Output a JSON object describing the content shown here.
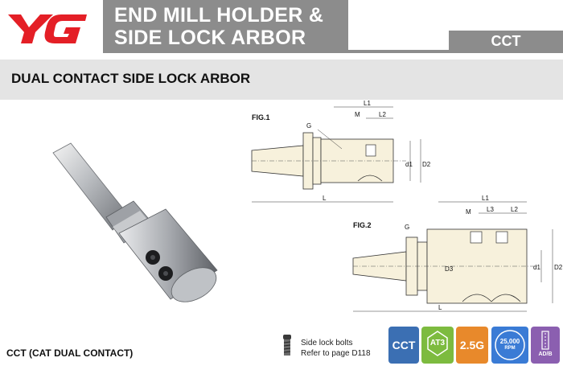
{
  "brand": {
    "logo_text": "YG",
    "color": "#e41f26"
  },
  "header": {
    "title_line1": "END MILL HOLDER &",
    "title_line2": "SIDE LOCK ARBOR",
    "tab_label": "CCT",
    "band_color": "#8c8c8c"
  },
  "section": {
    "title": "DUAL CONTACT SIDE LOCK ARBOR"
  },
  "figures": {
    "fig1": {
      "label": "FIG.1",
      "dims": {
        "l1": "L1",
        "l2": "L2",
        "l": "L",
        "m": "M",
        "g": "G",
        "d1": "d1",
        "d2": "D2"
      }
    },
    "fig2": {
      "label": "FIG.2",
      "dims": {
        "l1": "L1",
        "l2": "L2",
        "l3": "L3",
        "l": "L",
        "m": "M",
        "g": "G",
        "d1": "d1",
        "d2": "D2",
        "d3": "D3"
      }
    }
  },
  "footer": {
    "title": "CCT (CAT DUAL CONTACT)",
    "bolt_note_line1": "Side lock bolts",
    "bolt_note_line2": "Refer to page D118",
    "badges": {
      "cct": "CCT",
      "at3": "AT3",
      "g25": "2.5G",
      "rpm_value": "25,000",
      "rpm_unit": "RPM",
      "adb": "AD/B"
    }
  },
  "colors": {
    "cct_badge": "#3b6fb3",
    "at3_badge": "#7dbb3f",
    "g25_badge": "#e8892b",
    "rpm_badge": "#3a7bd5",
    "adb_badge": "#8b5fb0"
  }
}
